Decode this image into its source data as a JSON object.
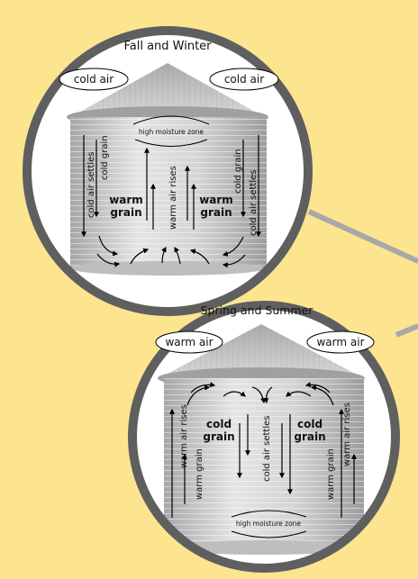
{
  "panels": {
    "fall_winter": {
      "title": "Fall and Winter",
      "label_top_left": "cold air",
      "label_top_right": "cold air",
      "moisture_zone": "high moisture zone",
      "left_outer": "cold air settles",
      "left_inner": "cold grain",
      "grain_left_1": "warm",
      "grain_left_2": "grain",
      "center": "warm air rises",
      "grain_right_1": "warm",
      "grain_right_2": "grain",
      "right_inner": "cold grain",
      "right_outer": "cold air settles"
    },
    "spring_summer": {
      "title": "Spring and Summer",
      "label_top_left": "warm air",
      "label_top_right": "warm air",
      "moisture_zone": "high moisture zone",
      "left_outer": "warm air rises",
      "left_inner": "warm grain",
      "grain_left_1": "cold",
      "grain_left_2": "grain",
      "center": "cold air settles",
      "grain_right_1": "cold",
      "grain_right_2": "grain",
      "right_inner": "warm grain",
      "right_outer": "warm air rises"
    }
  },
  "colors": {
    "background": "#fde58f",
    "lens_ring": "#5f5f60",
    "connector": "#a8a8a8",
    "silo_metal": "#d4d5d6"
  }
}
